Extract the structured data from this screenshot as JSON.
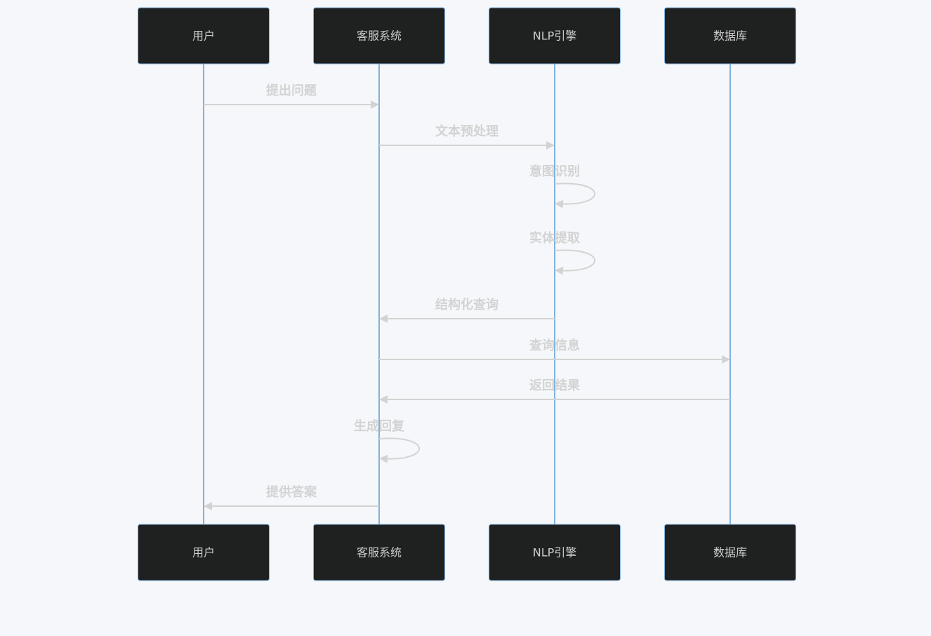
{
  "participants": [
    "用户",
    "客服系统",
    "NLP引擎",
    "数据库"
  ],
  "messages": [
    {
      "from": 0,
      "to": 1,
      "label": "提出问题"
    },
    {
      "from": 1,
      "to": 2,
      "label": "文本预处理"
    },
    {
      "from": 2,
      "to": 2,
      "label": "意图识别"
    },
    {
      "from": 2,
      "to": 2,
      "label": "实体提取"
    },
    {
      "from": 2,
      "to": 1,
      "label": "结构化查询"
    },
    {
      "from": 1,
      "to": 3,
      "label": "查询信息"
    },
    {
      "from": 3,
      "to": 1,
      "label": "返回结果"
    },
    {
      "from": 1,
      "to": 1,
      "label": "生成回复"
    },
    {
      "from": 1,
      "to": 0,
      "label": "提供答案"
    }
  ],
  "colors": {
    "background": "#f5f7fa",
    "actor_fill": "#1f2020",
    "actor_stroke": "#81b1db",
    "actor_text": "#cccccc",
    "lifeline": "#81b1db",
    "message": "#d3d3d3"
  }
}
